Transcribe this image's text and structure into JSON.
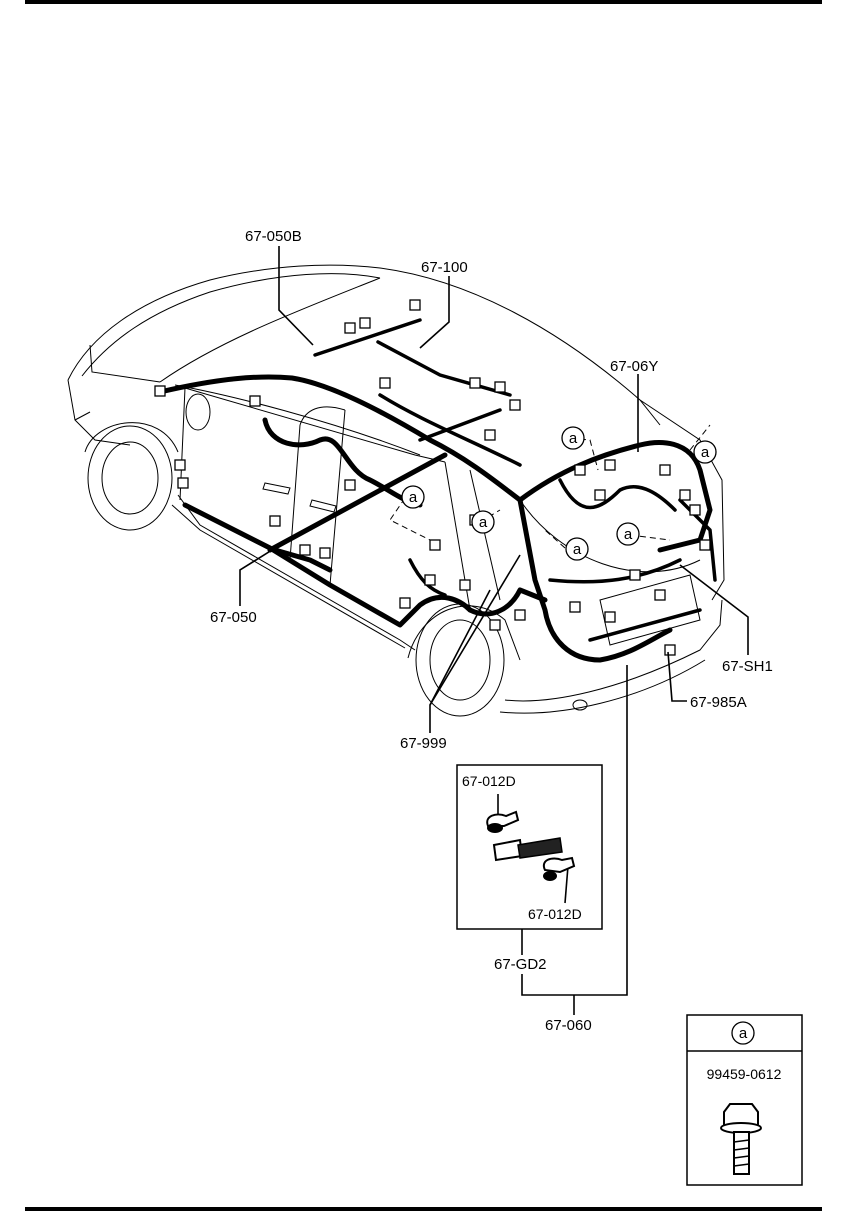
{
  "callouts": {
    "harness_050b": "67-050B",
    "harness_100": "67-100",
    "harness_06y": "67-06Y",
    "harness_050": "67-050",
    "harness_sh1": "67-SH1",
    "harness_985a": "67-985A",
    "harness_999": "67-999",
    "harness_012d_top": "67-012D",
    "harness_012d_bottom": "67-012D",
    "harness_gd2": "67-GD2",
    "harness_060": "67-060"
  },
  "markers": {
    "a_label": "a"
  },
  "legend": {
    "marker_label": "a",
    "part_number": "99459-0612",
    "icon": "bolt-icon"
  }
}
